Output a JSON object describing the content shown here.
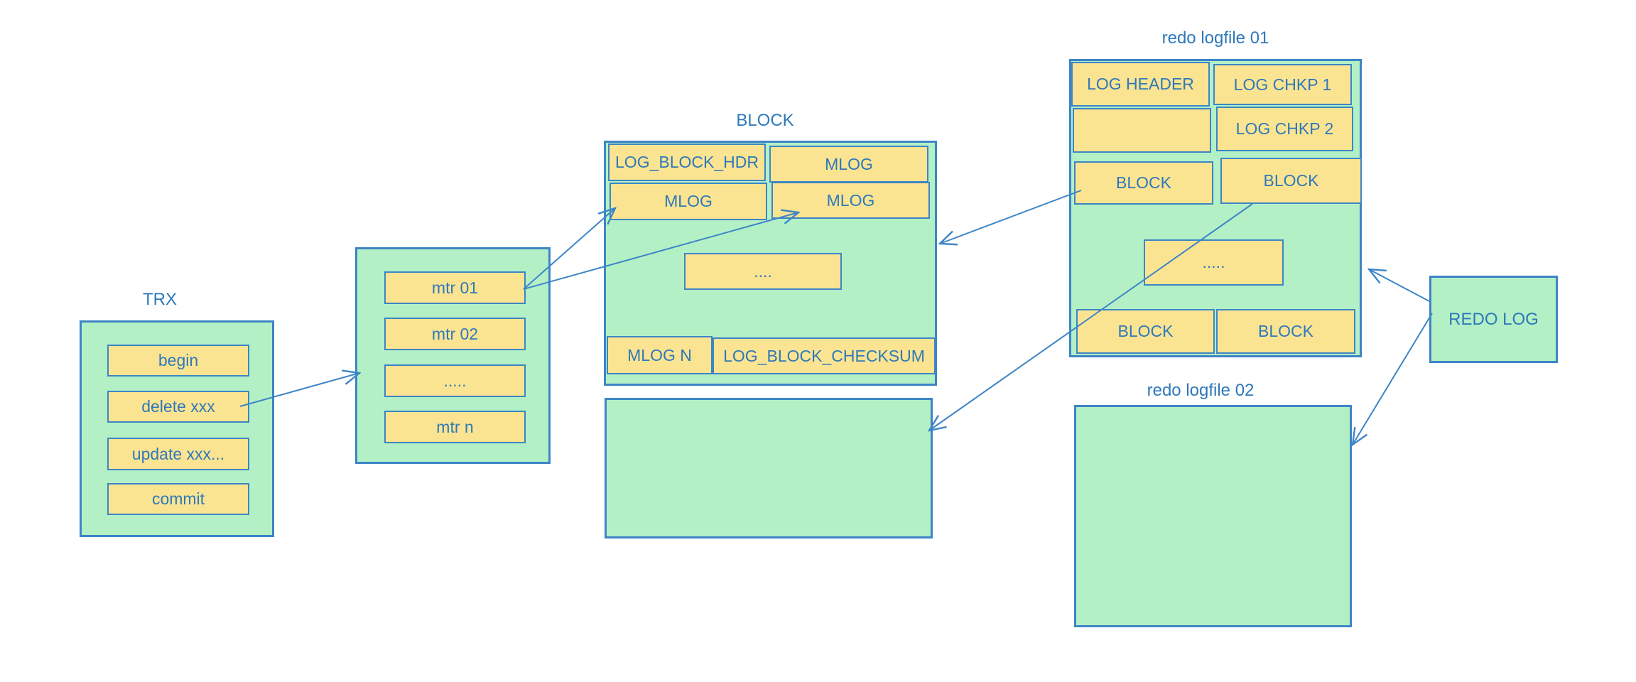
{
  "colors": {
    "green_fill": "#b4f0c6",
    "yellow_fill": "#fbe491",
    "line_blue": "#3d85c6",
    "text_blue": "#2e78bb"
  },
  "trx": {
    "label": "TRX",
    "items": [
      "begin",
      "delete xxx",
      "update xxx...",
      "commit"
    ]
  },
  "mtr": {
    "items": [
      "mtr 01",
      "mtr 02",
      ".....",
      "mtr n"
    ]
  },
  "block": {
    "label": "BLOCK",
    "cells": [
      "LOG_BLOCK_HDR",
      "MLOG",
      "MLOG",
      "MLOG",
      "....",
      "MLOG N",
      "LOG_BLOCK_CHECKSUM"
    ]
  },
  "redo_logfile_01": {
    "label": "redo logfile 01",
    "cells": [
      "LOG HEADER",
      "LOG CHKP 1",
      "",
      "LOG CHKP 2",
      "BLOCK",
      "BLOCK",
      ".....",
      "BLOCK",
      "BLOCK"
    ]
  },
  "redo_logfile_02": {
    "label": "redo logfile 02"
  },
  "redo_log": {
    "label": "REDO LOG"
  }
}
